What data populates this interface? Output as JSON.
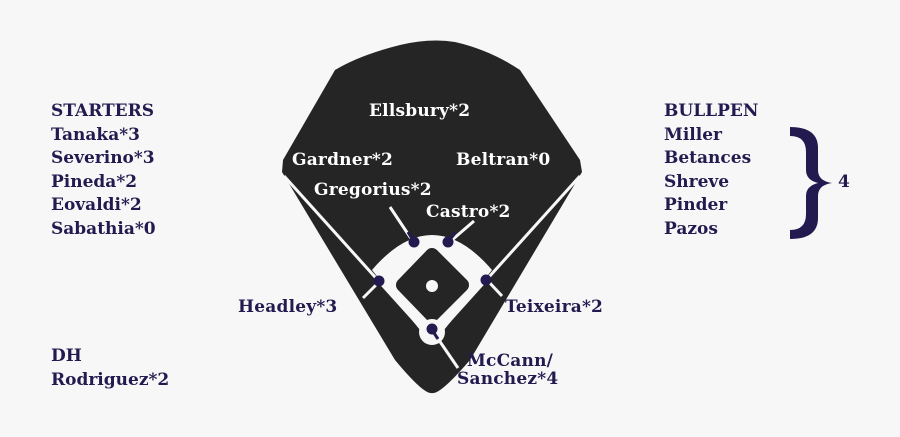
{
  "starters": {
    "heading": "STARTERS",
    "items": [
      "Tanaka*3",
      "Severino*3",
      "Pineda*2",
      "Eovaldi*2",
      "Sabathia*0"
    ]
  },
  "bullpen": {
    "heading": "BULLPEN",
    "items": [
      "Miller",
      "Betances",
      "Shreve",
      "Pinder",
      "Pazos"
    ],
    "brace_total": "4"
  },
  "dh": {
    "heading": "DH",
    "player": "Rodriguez*2"
  },
  "field": {
    "center_field": "Ellsbury*2",
    "left_field": "Gardner*2",
    "right_field": "Beltran*0",
    "shortstop": "Gregorius*2",
    "second_base": "Castro*2",
    "third_base": "Headley*3",
    "first_base": "Teixeira*2",
    "catcher_line1": "McCann/",
    "catcher_line2": "Sanchez*4"
  },
  "colors": {
    "background": "#f7f7f7",
    "field_dark": "#252525",
    "text_purple": "#231a4f",
    "text_white": "#ffffff"
  }
}
